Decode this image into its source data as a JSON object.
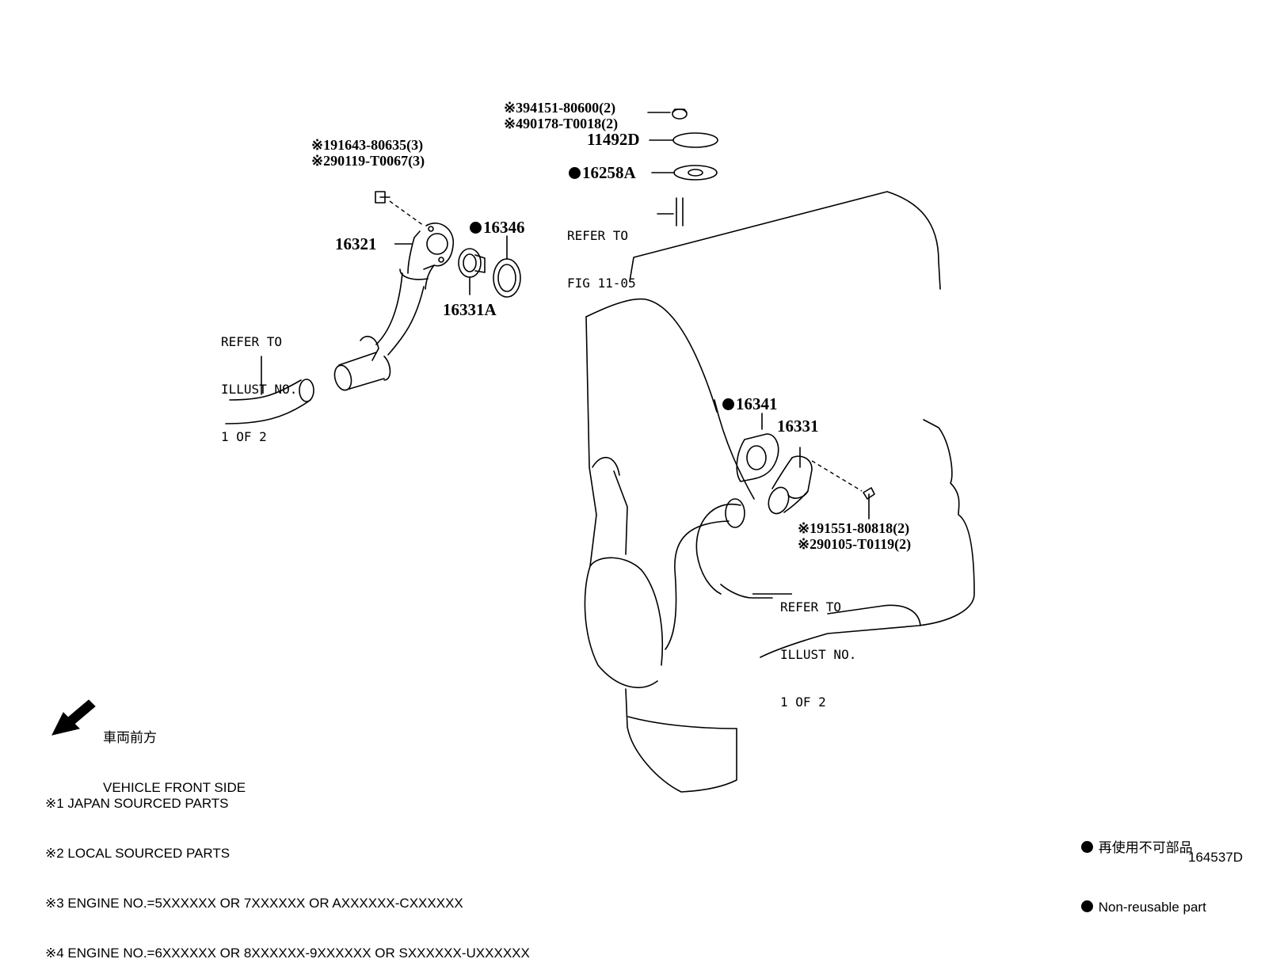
{
  "callouts": {
    "bolt_top_left": [
      "※191643-80635(3)",
      "※290119-T0067(3)"
    ],
    "nut_top": [
      "※394151-80600(2)",
      "※490178-T0018(2)"
    ],
    "bolt_right": [
      "※191551-80818(2)",
      "※290105-T0119(2)"
    ]
  },
  "parts": {
    "p11492D": "11492D",
    "p16258A": "16258A",
    "p16346": "16346",
    "p16321": "16321",
    "p16331A": "16331A",
    "p16341": "16341",
    "p16331": "16331"
  },
  "refs": {
    "fig": [
      "REFER TO",
      "FIG 11-05"
    ],
    "illust_left": [
      "REFER TO",
      "ILLUST NO.",
      "1 OF 2"
    ],
    "illust_right": [
      "REFER TO",
      "ILLUST NO.",
      "1 OF 2"
    ]
  },
  "front": {
    "jp": "車両前方",
    "en": "VEHICLE FRONT SIDE"
  },
  "notes": [
    "※1 JAPAN SOURCED PARTS",
    "※2 LOCAL SOURCED PARTS",
    "※3 ENGINE NO.=5XXXXXX OR 7XXXXXX OR AXXXXXX-CXXXXXX",
    "※4 ENGINE NO.=6XXXXXX OR 8XXXXXX-9XXXXXX OR SXXXXXX-UXXXXXX"
  ],
  "legend": {
    "jp": "再使用不可部品",
    "en": "Non-reusable part"
  },
  "figure_id": "164537D"
}
